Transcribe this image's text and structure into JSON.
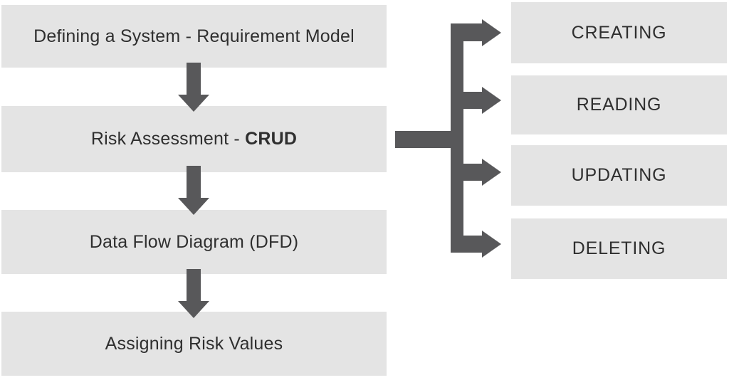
{
  "title": "CRUD risk assessment process flow diagram",
  "colors": {
    "background": "#ffffff",
    "box_fill": "#e4e4e4",
    "arrow": "#58585a",
    "text": "#2f2f2f"
  },
  "flow_steps": [
    {
      "text": "Defining a System - Requirement Model",
      "bold": ""
    },
    {
      "text": "Risk Assessment - ",
      "bold": "CRUD"
    },
    {
      "text": "Data Flow Diagram (DFD)",
      "bold": ""
    },
    {
      "text": "Assigning Risk Values",
      "bold": ""
    }
  ],
  "crud_operations": [
    {
      "label": "CREATING"
    },
    {
      "label": "READING"
    },
    {
      "label": "UPDATING"
    },
    {
      "label": "DELETING"
    }
  ],
  "icons": {
    "down_arrow": "down-arrow-icon",
    "branch_connector": "crud-branch-connector-icon"
  }
}
